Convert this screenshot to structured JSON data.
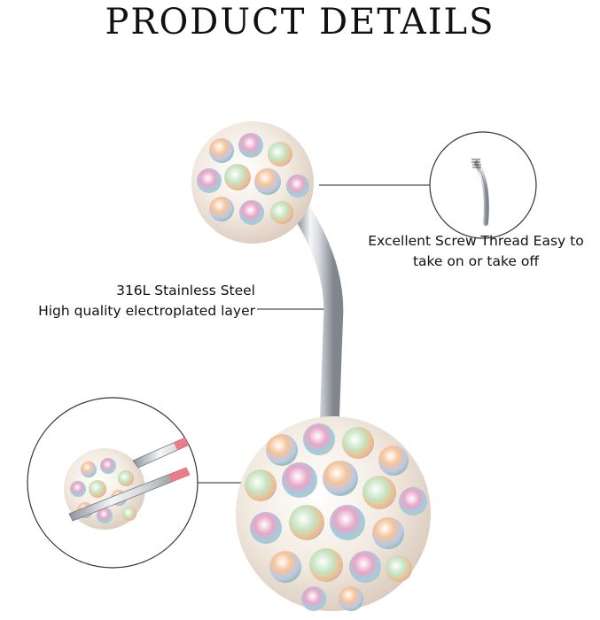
{
  "header": {
    "title": "PRODUCT DETAILS"
  },
  "callouts": {
    "thread": {
      "line1": "Excellent Screw Thread Easy to",
      "line2": "take on or take off"
    },
    "material": {
      "line1": "316L Stainless Steel",
      "line2": "High quality electroplated layer"
    }
  },
  "colors": {
    "background": "#ffffff",
    "text": "#111111",
    "steel": "#c9cdd2",
    "tweezer_tip": "#f07a8a",
    "crystal_base": "#f2ede6"
  }
}
